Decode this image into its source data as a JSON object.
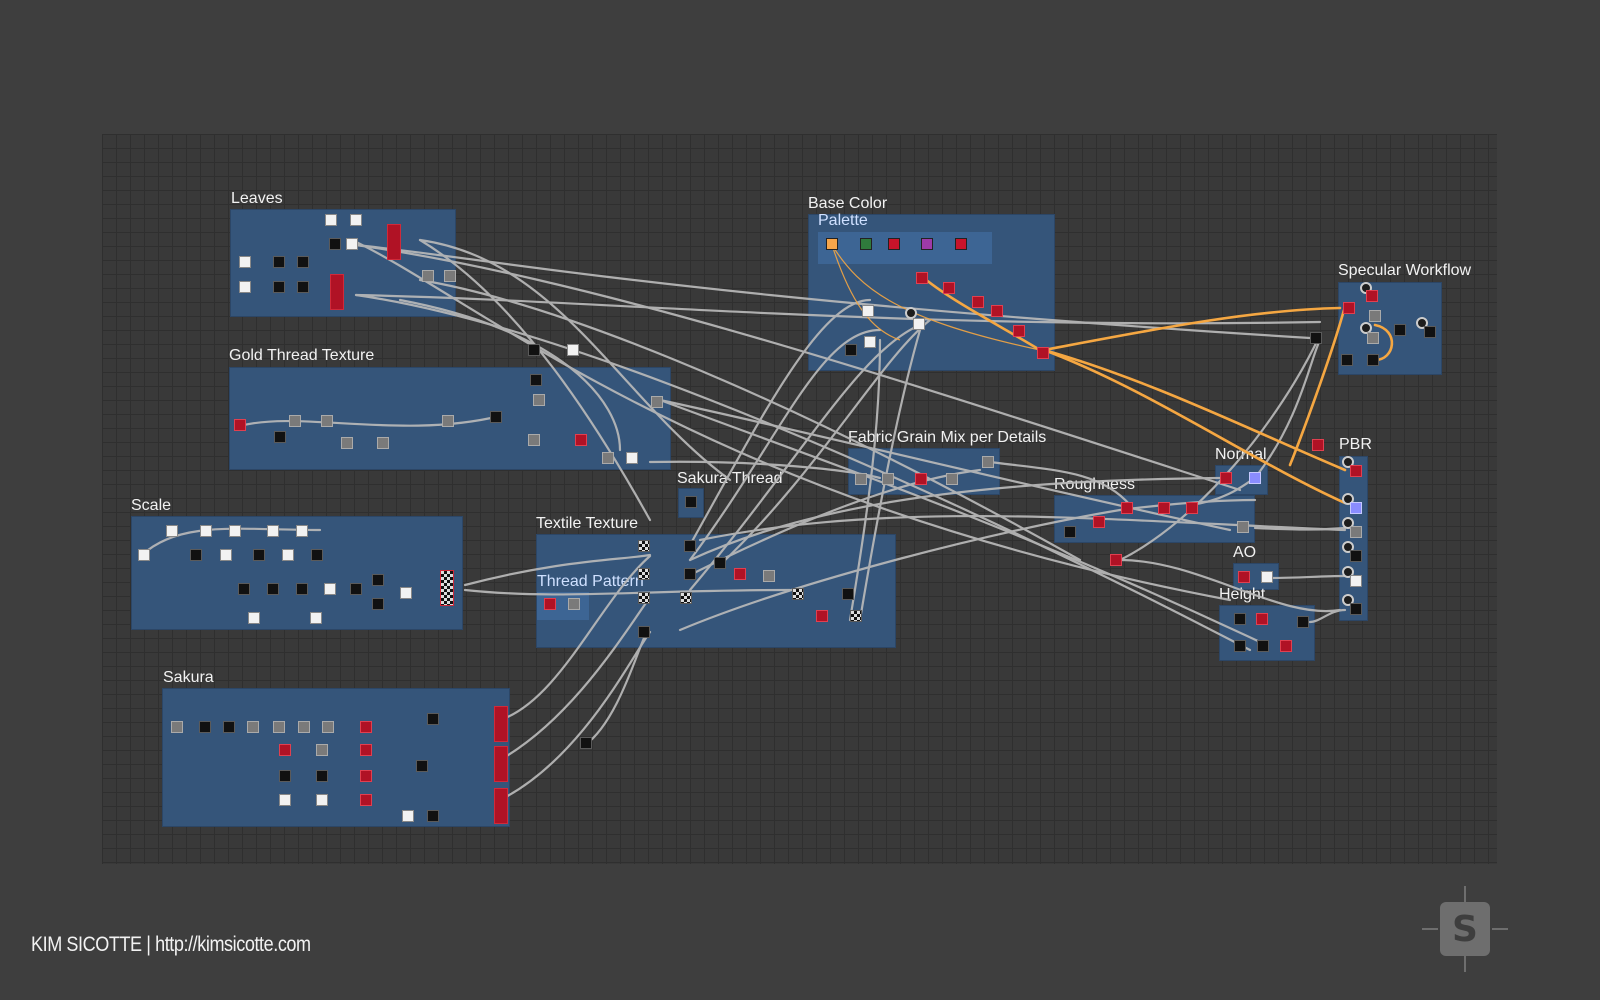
{
  "frames": {
    "leaves": "Leaves",
    "gold_thread": "Gold Thread Texture",
    "scale": "Scale",
    "sakura": "Sakura",
    "base_color": "Base Color",
    "palette": "Palette",
    "sakura_thread": "Sakura Thread",
    "textile_texture": "Textile Texture",
    "thread_pattern": "Thread Pattern",
    "fabric_grain": "Fabric Grain Mix per Details",
    "specular_workflow": "Specular Workflow",
    "pbr": "PBR",
    "normal": "Normal",
    "roughness": "Roughness",
    "ao": "AO",
    "height": "Height"
  },
  "palette_colors": [
    "#f7a64b",
    "#2f7a3c",
    "#c8142a",
    "#9e3aa8",
    "#c8142a"
  ],
  "accent_wire": "#f5a742",
  "footer": "KIM SICOTTE | http://kimsicotte.com",
  "logo_icon": "substance-logo-icon"
}
